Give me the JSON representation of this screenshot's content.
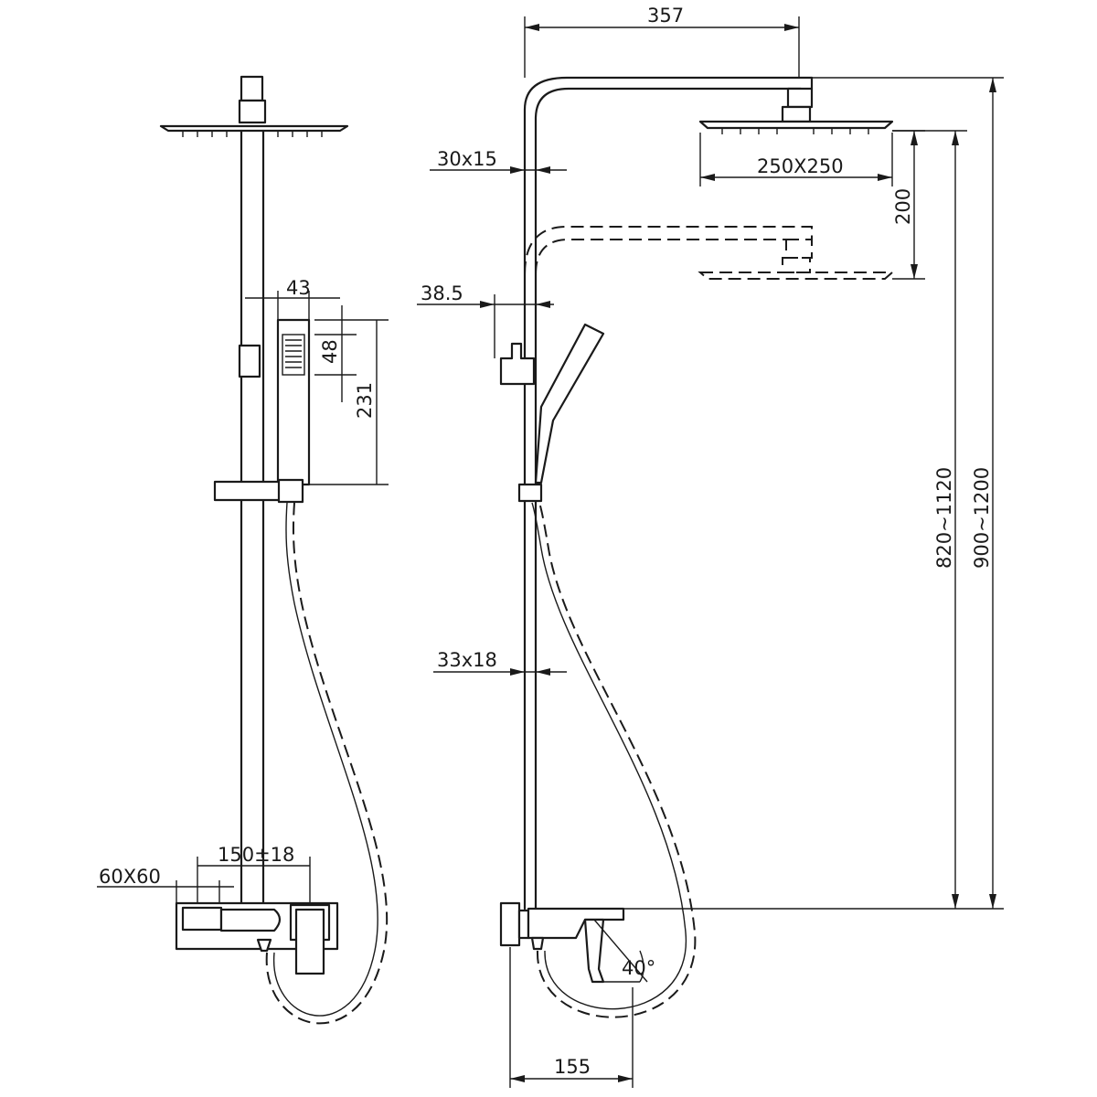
{
  "drawing": {
    "dimensions": {
      "overall_reach": "357",
      "head_size": "250X250",
      "arm_section": "30x15",
      "head_drop": "200",
      "rail_spacing": "38.5",
      "rail_section": "33x18",
      "mixer_depth": "155",
      "min_max_height": "820~1120",
      "total_height": "900~1200",
      "handshower_width": "43",
      "handshower_head": "48",
      "handshower_length": "231",
      "centres": "150±18",
      "escutcheon": "60X60",
      "lever_angle": "40°"
    },
    "colors": {
      "line": "#1a1a1a",
      "background": "#ffffff"
    }
  }
}
